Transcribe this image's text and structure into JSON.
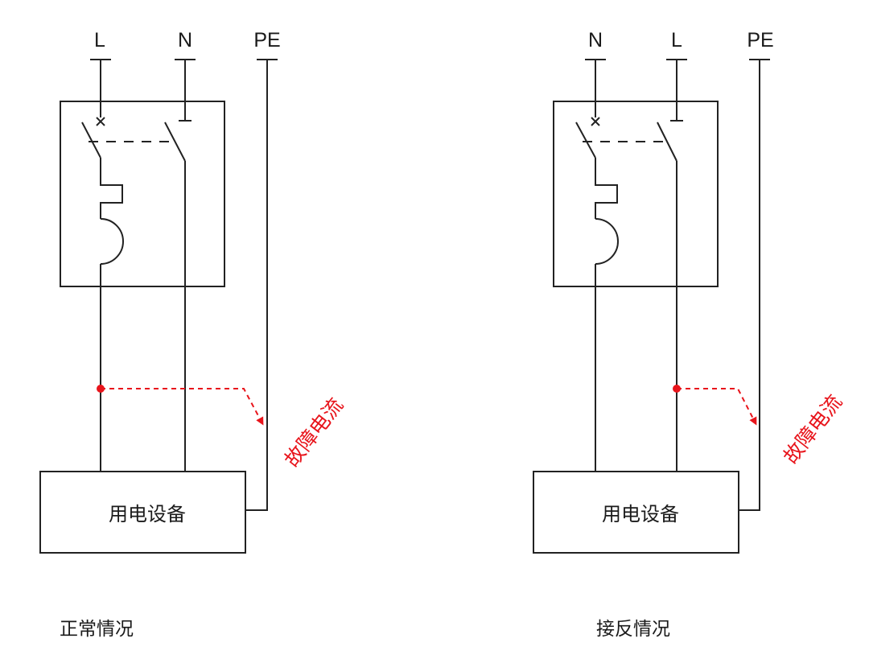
{
  "diagrams": [
    {
      "terminals": [
        "L",
        "N",
        "PE"
      ],
      "device_label": "用电设备",
      "fault_label": "故障电流",
      "caption": "正常情况"
    },
    {
      "terminals": [
        "N",
        "L",
        "PE"
      ],
      "device_label": "用电设备",
      "fault_label": "故障电流",
      "caption": "接反情况"
    }
  ],
  "colors": {
    "line": "#222222",
    "fault": "#e8141b",
    "background": "#ffffff"
  }
}
